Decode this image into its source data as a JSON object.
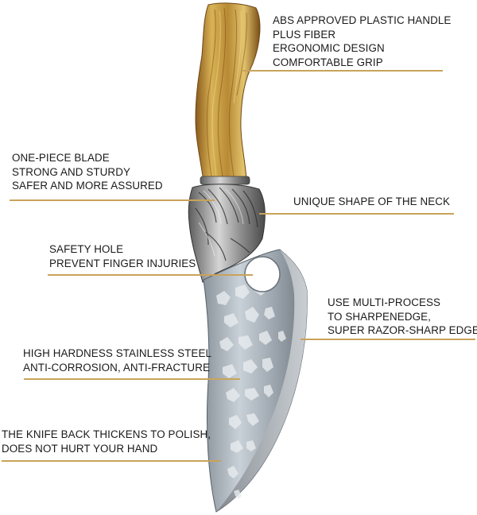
{
  "callouts": {
    "handle": [
      "ABS APPROVED PLASTIC HANDLE",
      "PLUS FIBER",
      "ERGONOMIC DESIGN",
      "COMFORTABLE GRIP"
    ],
    "blade": [
      "ONE-PIECE BLADE",
      "STRONG AND STURDY",
      "SAFER AND MORE ASSURED"
    ],
    "neck": [
      "UNIQUE SHAPE OF THE NECK"
    ],
    "hole": [
      "SAFETY HOLE",
      "PREVENT FINGER INJURIES"
    ],
    "edge": [
      "USE MULTI-PROCESS",
      "TO SHARPENEDGE,",
      "SUPER RAZOR-SHARP EDGE"
    ],
    "steel": [
      "HIGH HARDNESS STAINLESS STEEL",
      "ANTI-CORROSION, ANTI-FRACTURE"
    ],
    "back": [
      "THE KNIFE BACK THICKENS TO POLISH,",
      "DOES NOT HURT YOUR HAND"
    ]
  },
  "colors": {
    "leader_line": "#c9a35a",
    "handle_wood": "#c9a04a",
    "bolster_metal": "#9c9c9c",
    "blade_steel": "#b7c0c8"
  }
}
